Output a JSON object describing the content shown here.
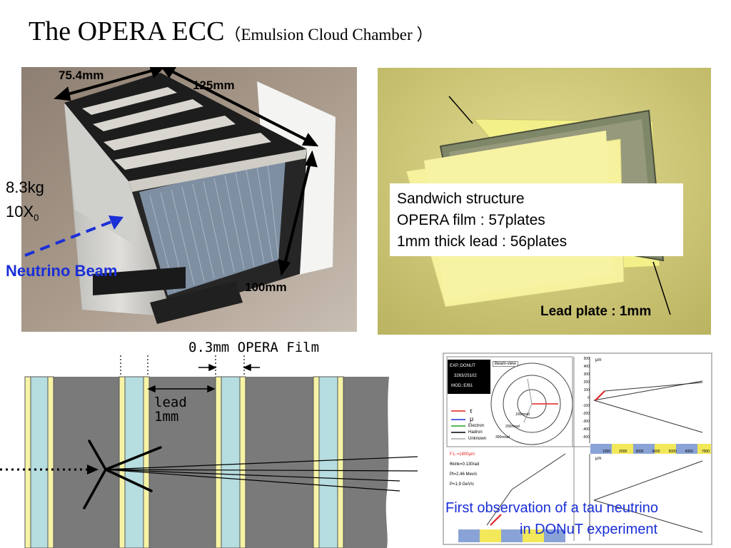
{
  "title": {
    "main": "The OPERA ECC",
    "sub": "（Emulsion Cloud Chamber ）"
  },
  "brick_photo": {
    "dim_width": "75.4mm",
    "dim_depth": "125mm",
    "dim_height": "100mm",
    "mass": "8.3kg",
    "rad_len_base": "10X",
    "rad_len_sub": "0",
    "beam_label": "Neutrino Beam"
  },
  "plates_photo": {
    "structure_lines": [
      "Sandwich structure",
      "OPERA film : 57plates",
      "1mm thick lead : 56plates"
    ],
    "lead_label": "Lead plate : 1mm"
  },
  "schematic": {
    "film_label": "0.3mm OPERA Film",
    "lead_label_1": "lead",
    "lead_label_2": "1mm"
  },
  "donut_event": {
    "caption_1": "First observation of a tau neutrino",
    "caption_2": "in DONuT experiment",
    "info_box": [
      "EXP.:DONUT",
      "3263/25102",
      "MOD.:E/B1"
    ],
    "beam_view": "Beam-view",
    "legend": [
      "τ",
      "μ",
      "Electron",
      "Hadron",
      "Unknown"
    ],
    "params": [
      "F.L.=1800μm",
      "θkink=0.130rad",
      "Pt=2.46 Mev/c",
      "P=1.9 GeV/c"
    ],
    "unit": "μm",
    "axis_ticks_y": [
      "500",
      "400",
      "300",
      "200",
      "100",
      "0",
      "-100",
      "-200",
      "-300",
      "-400",
      "-500"
    ],
    "axis_ticks_x": [
      "1000",
      "2000",
      "3000",
      "4000",
      "5000",
      "6000",
      "7000"
    ],
    "ring_labels": [
      "100mrad",
      "200mrad",
      "300mrad"
    ]
  },
  "colors": {
    "beam_blue": "#1a2fd6",
    "film_yellow": "#f7f3a6",
    "film_cyan": "#b6dde0",
    "lead_gray": "#7a7a7a",
    "tau_red": "#e02020"
  }
}
